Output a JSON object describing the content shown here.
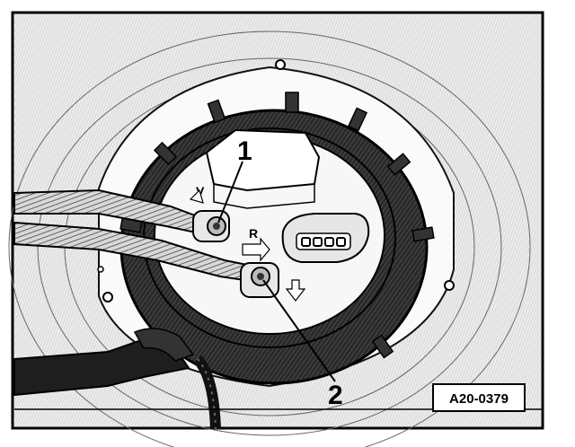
{
  "figure_code": "A20-0379",
  "callouts": [
    {
      "id": "1",
      "label": "1"
    },
    {
      "id": "2",
      "label": "2"
    }
  ],
  "port_labels": {
    "supply": "V",
    "return": "R"
  }
}
